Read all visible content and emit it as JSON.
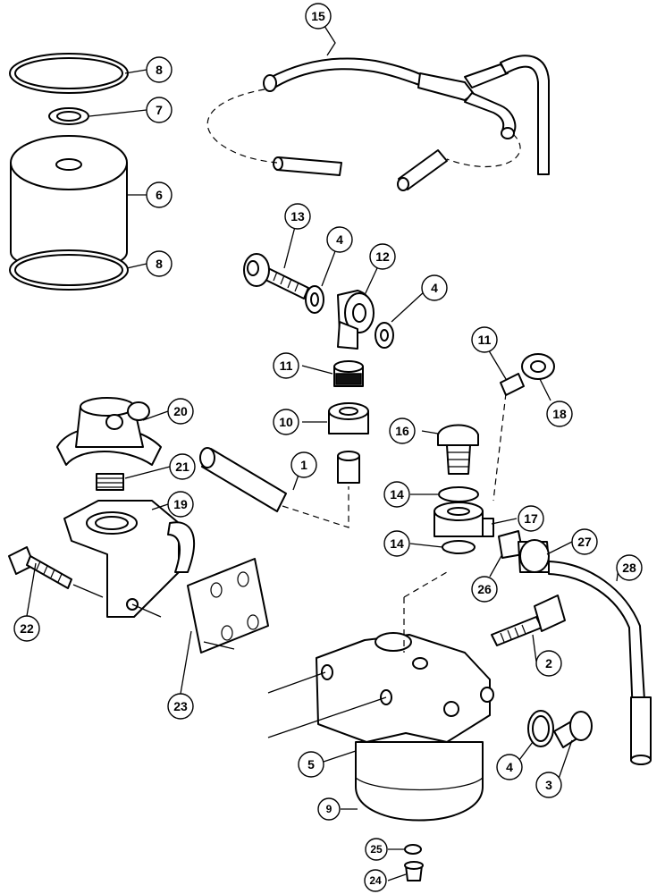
{
  "callouts": [
    {
      "id": "c15",
      "label": "15"
    },
    {
      "id": "c8a",
      "label": "8"
    },
    {
      "id": "c7",
      "label": "7"
    },
    {
      "id": "c6",
      "label": "6"
    },
    {
      "id": "c8b",
      "label": "8"
    },
    {
      "id": "c13",
      "label": "13"
    },
    {
      "id": "c4a",
      "label": "4"
    },
    {
      "id": "c12",
      "label": "12"
    },
    {
      "id": "c4b",
      "label": "4"
    },
    {
      "id": "c11a",
      "label": "11"
    },
    {
      "id": "c10",
      "label": "10"
    },
    {
      "id": "c1",
      "label": "1"
    },
    {
      "id": "c20",
      "label": "20"
    },
    {
      "id": "c21",
      "label": "21"
    },
    {
      "id": "c19",
      "label": "19"
    },
    {
      "id": "c22",
      "label": "22"
    },
    {
      "id": "c23",
      "label": "23"
    },
    {
      "id": "c11b",
      "label": "11"
    },
    {
      "id": "c18",
      "label": "18"
    },
    {
      "id": "c16",
      "label": "16"
    },
    {
      "id": "c14a",
      "label": "14"
    },
    {
      "id": "c17",
      "label": "17"
    },
    {
      "id": "c14b",
      "label": "14"
    },
    {
      "id": "c27",
      "label": "27"
    },
    {
      "id": "c26",
      "label": "26"
    },
    {
      "id": "c28",
      "label": "28"
    },
    {
      "id": "c2",
      "label": "2"
    },
    {
      "id": "c5",
      "label": "5"
    },
    {
      "id": "c4c",
      "label": "4"
    },
    {
      "id": "c3",
      "label": "3"
    },
    {
      "id": "c9",
      "label": "9"
    },
    {
      "id": "c25",
      "label": "25"
    },
    {
      "id": "c24",
      "label": "24"
    }
  ]
}
